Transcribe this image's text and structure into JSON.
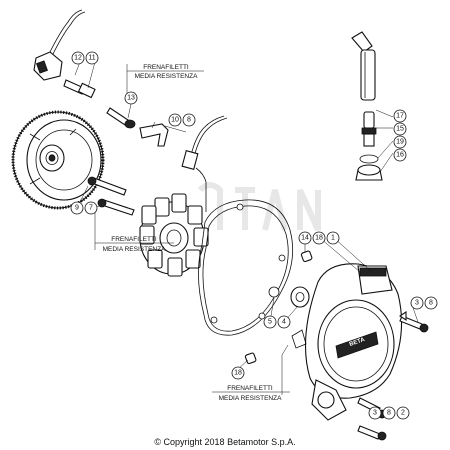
{
  "callouts": {
    "c12": "12",
    "c11": "11",
    "c13": "13",
    "c10": "10",
    "c8a": "8",
    "c9": "9",
    "c7": "7",
    "c17": "17",
    "c15": "15",
    "c19": "19",
    "c16": "16",
    "c14": "14",
    "c18a": "18",
    "c1": "1",
    "c5": "5",
    "c4": "4",
    "c3a": "3",
    "c8b": "8",
    "c18b": "18",
    "c3b": "3",
    "c8c": "8",
    "c2": "2"
  },
  "notes": {
    "top_line1": "FRENAFILETTI",
    "top_line2": "MEDIA RESISTENZA",
    "left_line1": "FRENAFILETTI",
    "left_line2": "MEDIA RESISTENZA",
    "bottom_line1": "FRENAFILETTI",
    "bottom_line2": "MEDIA RESISTENZA"
  },
  "cover_badge": "BETA",
  "copyright": "© Copyright 2018 Betamotor S.p.A."
}
